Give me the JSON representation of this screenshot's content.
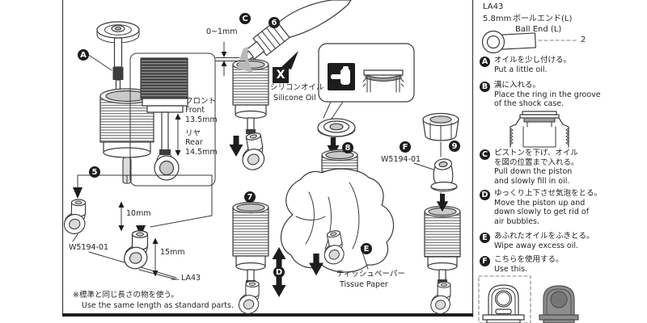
{
  "colors": {
    "ink": "#3a3a3a",
    "badge_bg": "#1d1d1d",
    "oil_gray": "#b9b9b9",
    "part_gray": "#8d8d8d"
  },
  "parts_callout": {
    "code": "LA43",
    "size": "5.8mm",
    "name_jp": "ボールエンド(L)",
    "name_en": "Ball End (L)",
    "qty": "2"
  },
  "badges": {
    "a": "A",
    "b": "B",
    "c": "C",
    "d": "D",
    "e": "E",
    "f": "F",
    "n5": "5",
    "n6": "6",
    "n7": "7",
    "n8": "8",
    "n9": "9"
  },
  "labels": {
    "gap": "0~1mm",
    "front_jp": "フロント",
    "front_en": "Front",
    "front_len": "13.5mm",
    "rear_jp": "リヤ",
    "rear_en": "Rear",
    "rear_len": "14.5mm",
    "len_short": "10mm",
    "len_long": "15mm",
    "w5194_left": "W5194-01",
    "w5194_right": "W5194-01",
    "la43": "LA43",
    "no_silicone_x": "X",
    "silicone_jp": "シリコンオイル",
    "silicone_en": "Silicone Oil",
    "tissue_jp": "ティッシュペーパー",
    "tissue_en": "Tissue Paper",
    "note_jp": "※標準と同じ長さの物を使う。",
    "note_en": "Use the same length as standard parts."
  },
  "instructions": {
    "a": {
      "jp": "オイルを少し付ける。",
      "en1": "Put a little oil."
    },
    "b": {
      "jp": "溝に入れる。",
      "en1": "Place the ring in the groove",
      "en2": "of the shock case."
    },
    "c": {
      "jp1": "ピストンを下げ、オイル",
      "jp2": "を図の位置まで入れる。",
      "en1": "Pull down the piston",
      "en2": "and slowly fill in oil."
    },
    "d": {
      "jp": "ゆっくり上下させ気泡をとる。",
      "en1": "Move the piston up and",
      "en2": "down slowly to get rid of",
      "en3": "air bubbles."
    },
    "e": {
      "jp": "あふれたオイルをふきとる。",
      "en1": "Wipe away excess oil."
    },
    "f": {
      "jp": "こちらを使用する。",
      "en1": "Use this."
    }
  }
}
